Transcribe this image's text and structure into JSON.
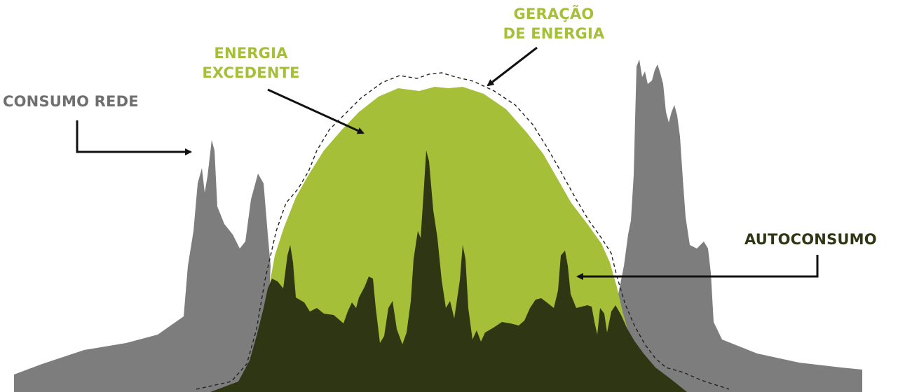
{
  "labels": {
    "consumo_rede": "CONSUMO REDE",
    "energia_excedente": [
      "ENERGIA",
      "EXCEDENTE"
    ],
    "geracao_de_energia": [
      "GERAÇÃO",
      "DE ENERGIA"
    ],
    "autoconsumo": "AUTOCONSUMO"
  },
  "colors": {
    "grid_consumption": "#7d7d7d",
    "excess_energy": "#a6bf38",
    "self_consumption": "#2f3613",
    "generation_outline": "#222222",
    "label_gray": "#6f6f6f",
    "label_green": "#a6bf38",
    "label_dark": "#2f3613",
    "arrow": "#111111"
  }
}
